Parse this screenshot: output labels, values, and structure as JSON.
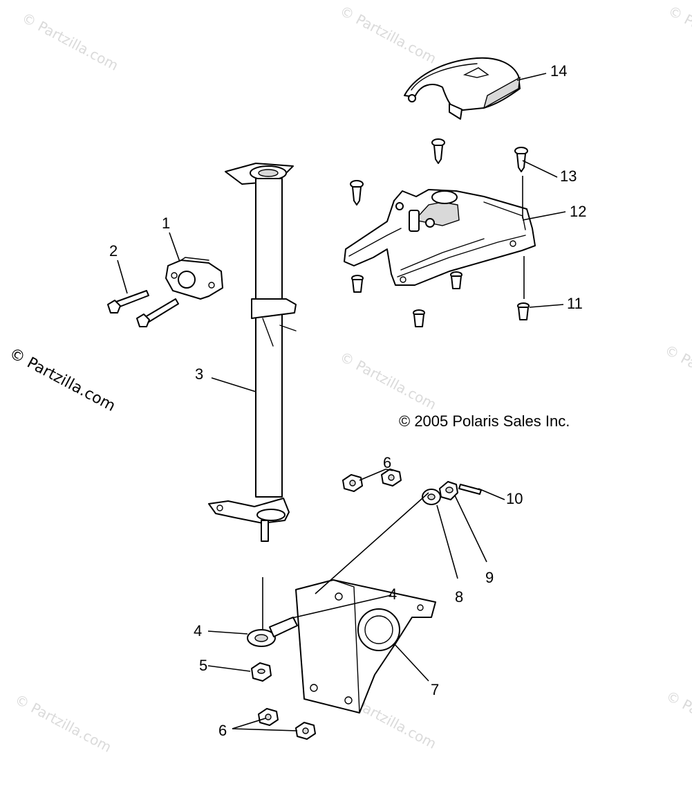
{
  "diagram": {
    "copyright": "© 2005 Polaris Sales Inc.",
    "watermark_main": "© Partzilla.com",
    "watermark_faint": "© Partzilla.com",
    "callouts": {
      "c1": "1",
      "c2": "2",
      "c3": "3",
      "c4a": "4",
      "c4b": "4",
      "c5": "5",
      "c6a": "6",
      "c6b": "6",
      "c7": "7",
      "c8": "8",
      "c9": "9",
      "c10": "10",
      "c11": "11",
      "c12": "12",
      "c13": "13",
      "c14": "14"
    }
  }
}
